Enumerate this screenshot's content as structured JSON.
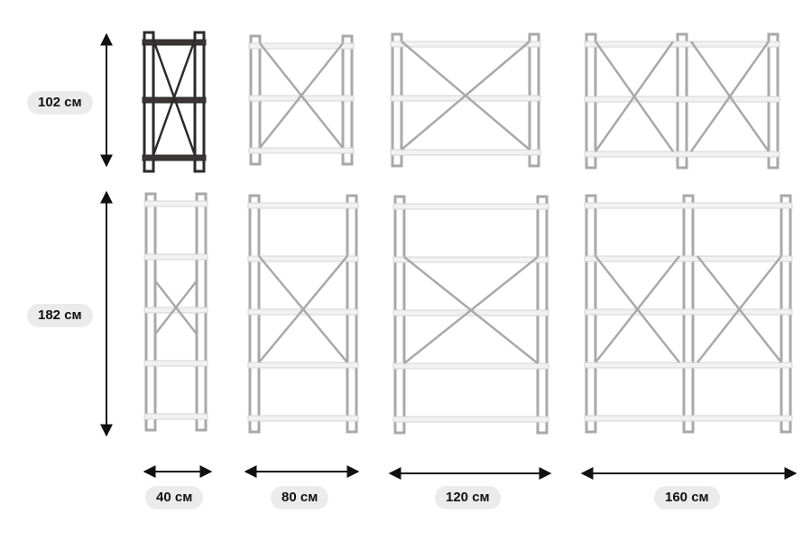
{
  "heights": [
    {
      "id": "h-102",
      "label": "102 см"
    },
    {
      "id": "h-182",
      "label": "182 см"
    }
  ],
  "widths": [
    {
      "id": "w-40",
      "label": "40 см"
    },
    {
      "id": "w-80",
      "label": "80 см"
    },
    {
      "id": "w-120",
      "label": "120 см"
    },
    {
      "id": "w-160",
      "label": "160 см"
    }
  ],
  "colors": {
    "frame_grey": "#a9a9a9",
    "frame_dark": "#2b2b2b",
    "shelf_white": "#f2f2f2",
    "shelf_dark": "#3a3633",
    "arrow": "#111111",
    "pill_bg": "#ebebeb"
  },
  "shelves": [
    {
      "name": "shelf-40x102",
      "width_cm": 40,
      "height_cm": 102,
      "tiers": 3,
      "finish": "dark"
    },
    {
      "name": "shelf-80x102",
      "width_cm": 80,
      "height_cm": 102,
      "tiers": 3,
      "finish": "grey"
    },
    {
      "name": "shelf-120x102",
      "width_cm": 120,
      "height_cm": 102,
      "tiers": 3,
      "finish": "grey"
    },
    {
      "name": "shelf-160x102",
      "width_cm": 160,
      "height_cm": 102,
      "tiers": 3,
      "finish": "grey"
    },
    {
      "name": "shelf-40x182",
      "width_cm": 40,
      "height_cm": 182,
      "tiers": 5,
      "finish": "grey"
    },
    {
      "name": "shelf-80x182",
      "width_cm": 80,
      "height_cm": 182,
      "tiers": 5,
      "finish": "grey"
    },
    {
      "name": "shelf-120x182",
      "width_cm": 120,
      "height_cm": 182,
      "tiers": 5,
      "finish": "grey"
    },
    {
      "name": "shelf-160x182",
      "width_cm": 160,
      "height_cm": 182,
      "tiers": 5,
      "finish": "grey"
    }
  ]
}
